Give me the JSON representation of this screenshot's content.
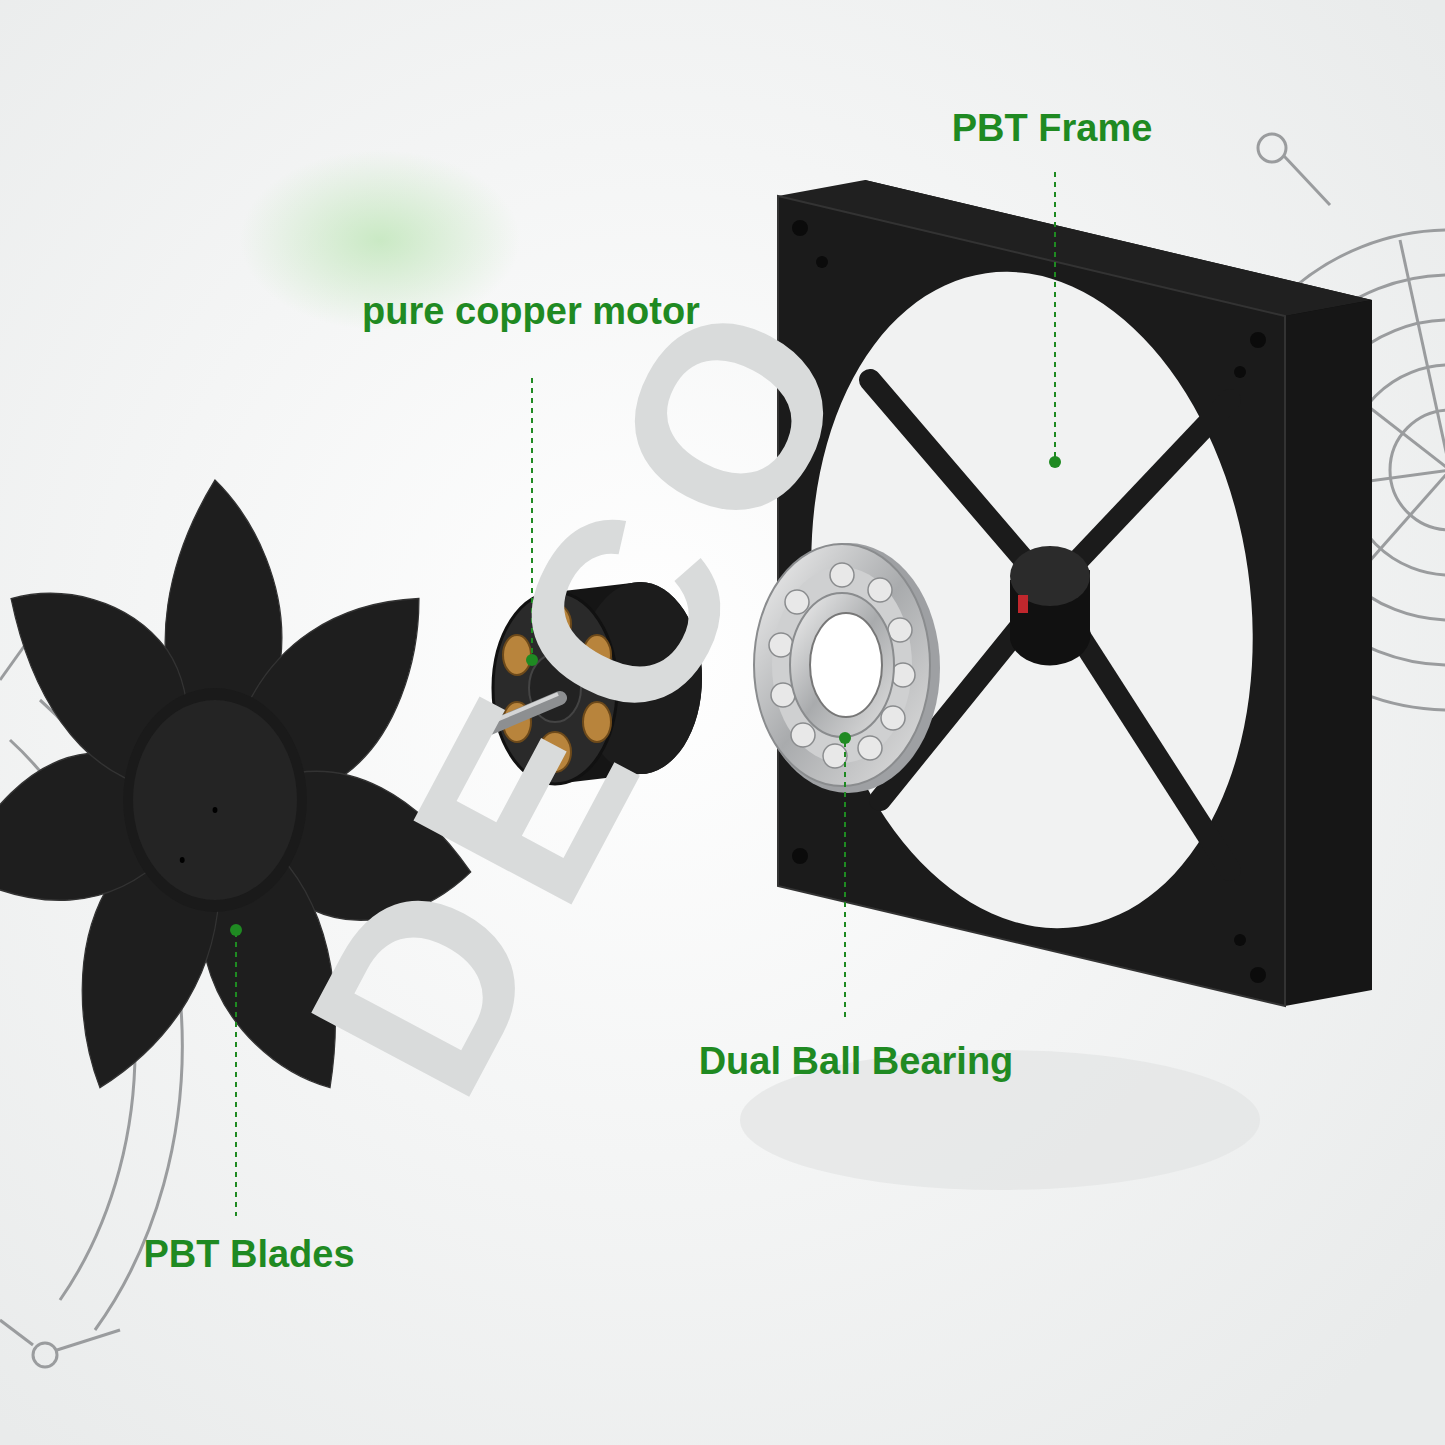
{
  "diagram": {
    "labels": [
      "PBT Frame",
      "pure copper motor",
      "Dual Ball Bearing",
      "PBT Blades",
      "DECO"
    ]
  }
}
